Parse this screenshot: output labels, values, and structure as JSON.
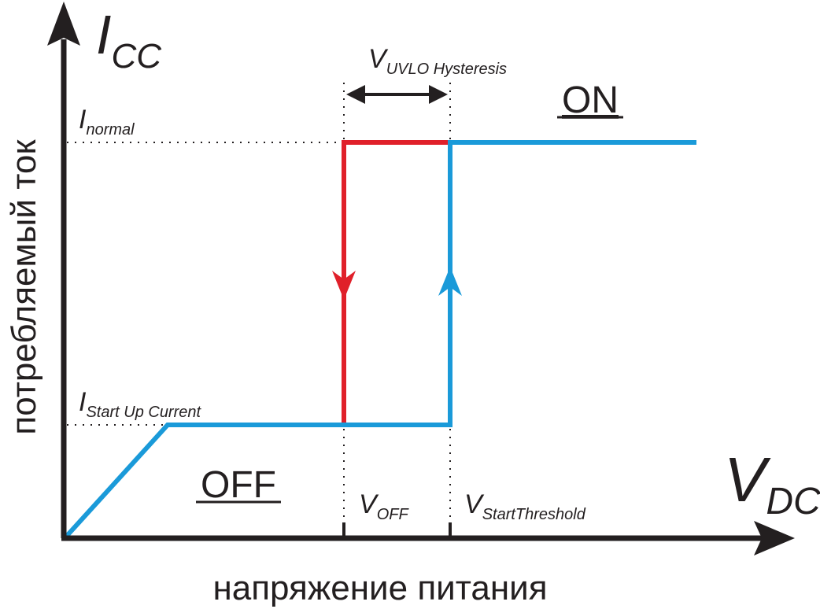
{
  "axes": {
    "y_main": "I",
    "y_sub": "CC",
    "x_main": "V",
    "x_sub": "DC",
    "y_caption": "потребляемый ток",
    "x_caption": "напряжение питания"
  },
  "levels": {
    "normal_main": "I",
    "normal_sub": "normal",
    "startup_main": "I",
    "startup_sub": "Start Up Current"
  },
  "thresholds": {
    "off_main": "V",
    "off_sub": "OFF",
    "start_main": "V",
    "start_sub": "StartThreshold",
    "hyst_main": "V",
    "hyst_sub": "UVLO Hysteresis"
  },
  "states": {
    "on": "ON",
    "off": "OFF"
  },
  "colors": {
    "axis": "#231f20",
    "rising": "#1a9ad9",
    "falling": "#e0202a"
  }
}
